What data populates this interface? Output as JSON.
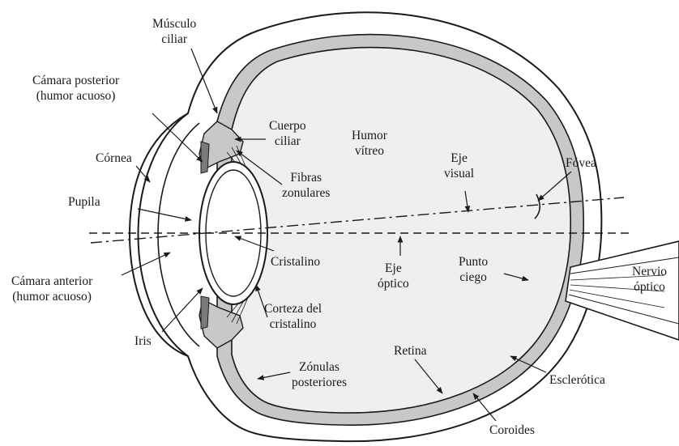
{
  "diagram": {
    "colors": {
      "ink": "#1a1a1a",
      "tissue": "#c8c8c8",
      "vitreous": "#efefef",
      "background": "#ffffff"
    },
    "labels": {
      "musculo_ciliar": [
        "Músculo",
        "ciliar"
      ],
      "camara_posterior": [
        "Cámara posterior",
        "(humor acuoso)"
      ],
      "cornea": [
        "Córnea"
      ],
      "pupila": [
        "Pupila"
      ],
      "camara_anterior": [
        "Cámara anterior",
        "(humor acuoso)"
      ],
      "iris": [
        "Iris"
      ],
      "cuerpo_ciliar": [
        "Cuerpo",
        "ciliar"
      ],
      "fibras_zonulares": [
        "Fibras",
        "zonulares"
      ],
      "cristalino": [
        "Cristalino"
      ],
      "corteza_cristalino": [
        "Corteza del",
        "cristalino"
      ],
      "zonulas_posteriores": [
        "Zónulas",
        "posteriores"
      ],
      "humor_vitreo": [
        "Humor",
        "vítreo"
      ],
      "eje_visual": [
        "Eje",
        "visual"
      ],
      "eje_optico": [
        "Eje",
        "óptico"
      ],
      "punto_ciego": [
        "Punto",
        "ciego"
      ],
      "retina": [
        "Retina"
      ],
      "fovea": [
        "Fóvea"
      ],
      "nervio_optico": [
        "Nervio",
        "óptico"
      ],
      "esclerotica": [
        "Esclerótica"
      ],
      "coroides": [
        "Coroides"
      ]
    }
  }
}
